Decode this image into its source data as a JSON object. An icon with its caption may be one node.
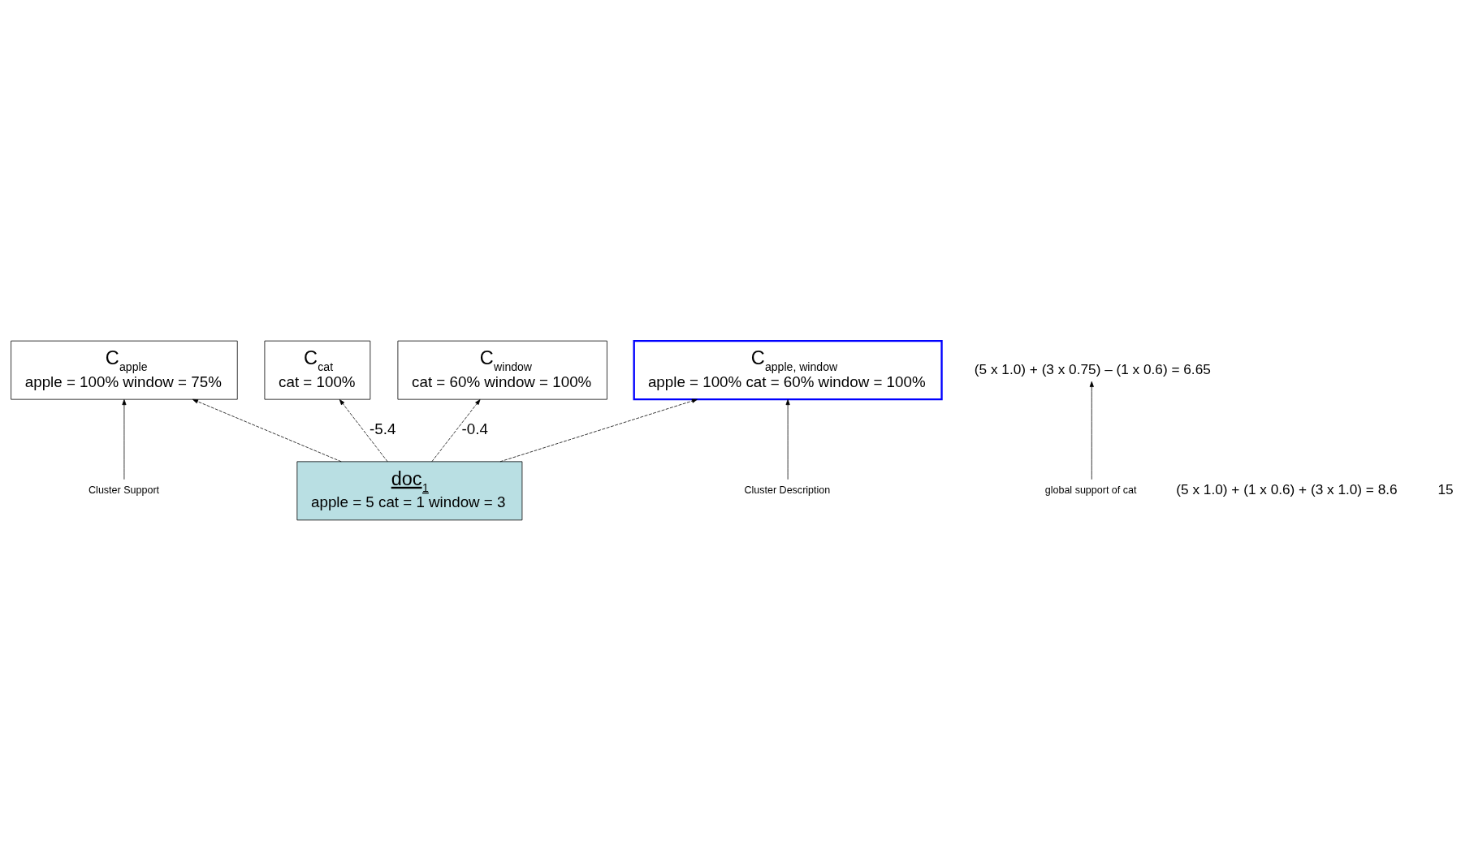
{
  "diagram": {
    "nodes": [
      {
        "text": [
          "C$_{apple}$",
          "apple = 100% window = 75%"
        ]
      },
      {
        "text": [
          "C$_{cat}$",
          "cat = 100%"
        ]
      },
      {
        "text": [
          "C$_{window}$",
          "cat = 60% window = 100%"
        ]
      },
      {
        "text": [
          "C$_{apple, window}$",
          "apple = 100% cat = 60% window = 100%"
        ]
      },
      {
        "text": [
          "doc$_{1}$",
          "apple = 5 cat = 1 window = 3"
        ]
      },
      {
        "text": [
          "Cluster Support"
        ]
      },
      {
        "text": [
          "Cluster Description"
        ]
      },
      {
        "text": [
          "(5 x 1.0) + (3 x 0.75) – (1 x 0.6) = 6.65"
        ]
      },
      {
        "text": [
          "global support of cat"
        ]
      }
    ],
    "edges": [
      {
        "from": 4,
        "to": 0,
        "arrow": "to",
        "style": "dashed"
      },
      {
        "from": 4,
        "to": 1,
        "arrow": "to",
        "style": "dashed",
        "label": "-5.4"
      },
      {
        "from": 4,
        "to": 2,
        "arrow": "to",
        "style": "dashed",
        "label": "-0.4"
      },
      {
        "from": 4,
        "to": 3,
        "arrow": "to",
        "style": "dashed"
      },
      {
        "from": 5,
        "to": 0,
        "arrow": "to"
      },
      {
        "from": 6,
        "to": 3,
        "arrow": "to"
      },
      {
        "from": 8,
        "to": 7,
        "arrow": "to"
      }
    ],
    "labels": [
      "(5 x 1.0) + (1 x 0.6) + (3 x 1.0) = 8.6",
      "15"
    ]
  }
}
